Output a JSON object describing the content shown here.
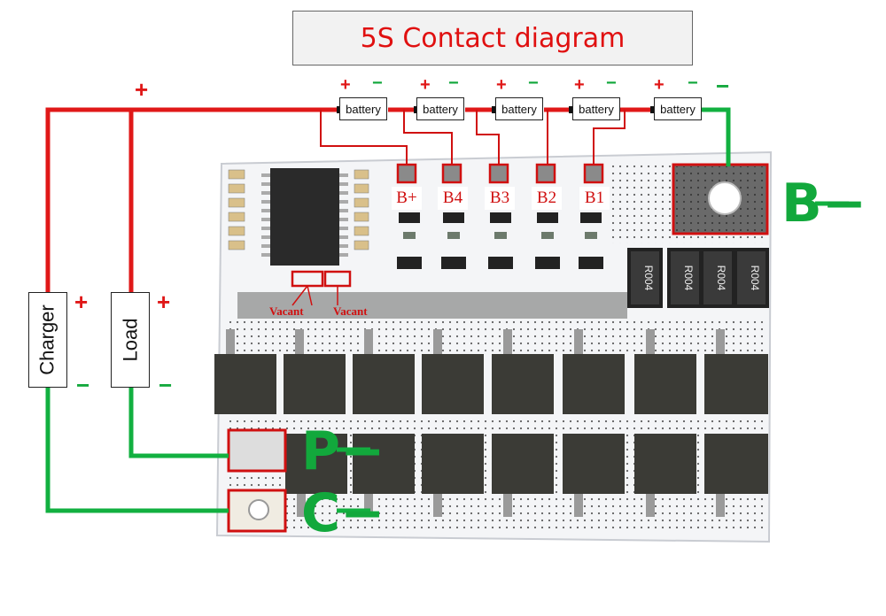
{
  "title": "5S Contact diagram",
  "charger_label": "Charger",
  "load_label": "Load",
  "plus": "+",
  "minus": "−",
  "battery_label": "battery",
  "battery_count": 5,
  "pins": {
    "b_plus": "B+",
    "b4": "B4",
    "b3": "B3",
    "b2": "B2",
    "b1": "B1"
  },
  "vacant": "Vacant",
  "terminals": {
    "b_minus": "B−",
    "p_minus": "P−",
    "c_minus": "C−"
  },
  "resistor_marking": "R004",
  "colors": {
    "positive": "#e01818",
    "negative": "#12a83c",
    "pad_highlight": "#d01010"
  }
}
